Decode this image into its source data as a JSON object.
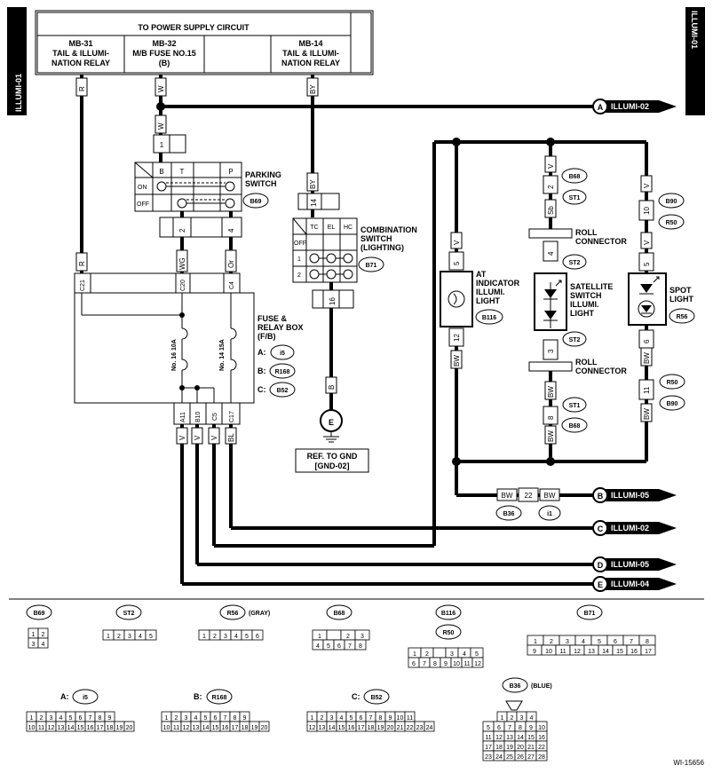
{
  "page": {
    "side_tag_left": "ILLUMI-01",
    "side_tag_right": "ILLUMI-01",
    "figure_id": "WI-15656"
  },
  "power_supply": {
    "title": "TO POWER SUPPLY CIRCUIT",
    "cells": [
      {
        "line1": "MB-31",
        "line2": "TAIL & ILLUMI-",
        "line3": "NATION RELAY"
      },
      {
        "line1": "MB-32",
        "line2": "M/B FUSE NO.15",
        "line3": "(B)"
      },
      {
        "line1": "",
        "line2": "",
        "line3": ""
      },
      {
        "line1": "MB-14",
        "line2": "TAIL & ILLUMI-",
        "line3": "NATION RELAY"
      }
    ]
  },
  "wire_colors": {
    "r_top": "R",
    "w_top": "W",
    "by_top": "BY",
    "w_sw": "W",
    "by_sw": "BY",
    "r_fb": "R",
    "wg_fb": "WG",
    "or_fb": "Or",
    "v1": "V",
    "v2": "V",
    "v3": "V",
    "bl": "BL",
    "b_gnd": "B",
    "v_at": "V",
    "bw_at": "BW",
    "v_sat": "V",
    "sb_sat": "Sb",
    "bw_sat1": "BW",
    "bw_sat2": "BW",
    "v_spot1": "V",
    "v_spot2": "V",
    "bw_spot1": "BW",
    "bw_spot2": "BW",
    "bw_b1": "BW",
    "bw_b2": "BW"
  },
  "pins": {
    "ps1": "1",
    "ps2": "2",
    "ps4": "4",
    "cs14": "14",
    "cs16": "16",
    "fb_c21": "C21",
    "fb_c20": "C20",
    "fb_c4": "C4",
    "fb_a11": "A11",
    "fb_b10": "B10",
    "fb_c5": "C5",
    "fb_c17": "C17",
    "at5": "5",
    "at12": "12",
    "sat2": "2",
    "sat4": "4",
    "sat3": "3",
    "sat8": "8",
    "spot10": "10",
    "spot5": "5",
    "spot6": "6",
    "spot11": "11",
    "b22": "22"
  },
  "components": {
    "parking_switch": {
      "line1": "PARKING",
      "line2": "SWITCH",
      "conn": "B69",
      "hdr_b": "B",
      "hdr_t": "T",
      "hdr_p": "P",
      "row_on": "ON",
      "row_off": "OFF"
    },
    "combination_switch": {
      "line1": "COMBINATION",
      "line2": "SWITCH",
      "line3": "(LIGHTING)",
      "conn": "B71",
      "hdr_tc": "TC",
      "hdr_el": "EL",
      "hdr_hc": "HC",
      "row_off": "OFF",
      "row_1": "1",
      "row_2": "2"
    },
    "fuse_box": {
      "line1": "FUSE &",
      "line2": "RELAY BOX",
      "line3": "(F/B)",
      "a_label": "A:",
      "a_conn": "i5",
      "b_label": "B:",
      "b_conn": "R168",
      "c_label": "C:",
      "c_conn": "B52",
      "fuse1": "No. 16 10A",
      "fuse2": "No. 14 15A"
    },
    "ground": {
      "symbol": "E",
      "line1": "REF. TO GND",
      "line2": "[GND-02]"
    },
    "at_indicator": {
      "line1": "AT",
      "line2": "INDICATOR",
      "line3": "ILLUMI.",
      "line4": "LIGHT",
      "conn": "B116"
    },
    "satellite_switch": {
      "line1": "SATELLITE",
      "line2": "SWITCH",
      "line3": "ILLUMI.",
      "line4": "LIGHT",
      "conn_top": "ST2",
      "conn_bot": "ST2"
    },
    "roll_connector_top": "ROLL",
    "roll_connector_top2": "CONNECTOR",
    "roll_connector_bot": "ROLL",
    "roll_connector_bot2": "CONNECTOR",
    "spot_light": {
      "line1": "SPOT",
      "line2": "LIGHT",
      "conn": "R56"
    },
    "sat_conn_b68_top": "B68",
    "sat_conn_st1_top": "ST1",
    "sat_conn_st1_bot": "ST1",
    "sat_conn_b68_bot": "B68",
    "spot_conn_b90_top": "B90",
    "spot_conn_r50_top": "R50",
    "spot_conn_r50_bot": "R50",
    "spot_conn_b90_bot": "B90",
    "b_conn_b36": "B36",
    "b_conn_i1": "i1"
  },
  "offpage": [
    {
      "letter": "A",
      "label": "ILLUMI-02"
    },
    {
      "letter": "B",
      "label": "ILLUMI-05"
    },
    {
      "letter": "C",
      "label": "ILLUMI-02"
    },
    {
      "letter": "D",
      "label": "ILLUMI-05"
    },
    {
      "letter": "E",
      "label": "ILLUMI-04"
    }
  ],
  "connectors_legend": {
    "b69": {
      "name": "B69",
      "r1": [
        "1",
        "2"
      ],
      "r2": [
        "3",
        "4"
      ]
    },
    "st2": {
      "name": "ST2",
      "r1": [
        "1",
        "2",
        "3",
        "4",
        "5"
      ]
    },
    "r56": {
      "name": "R56",
      "note": "(GRAY)",
      "r1": [
        "1",
        "2",
        "3",
        "4",
        "5",
        "6"
      ]
    },
    "b68": {
      "name": "B68",
      "r1": [
        "1",
        "",
        "2",
        "3"
      ],
      "r2": [
        "4",
        "5",
        "6",
        "7",
        "8"
      ]
    },
    "b116": {
      "name": "B116",
      "name2": "R50",
      "r1": [
        "1",
        "2",
        "",
        "3",
        "4",
        "5"
      ],
      "r2": [
        "6",
        "7",
        "8",
        "9",
        "10",
        "11",
        "12"
      ]
    },
    "b71": {
      "name": "B71",
      "r1": [
        "1",
        "2",
        "3",
        "4",
        "5",
        "6",
        "7",
        "8"
      ],
      "r2": [
        "9",
        "10",
        "11",
        "12",
        "13",
        "14",
        "15",
        "16",
        "17"
      ]
    },
    "i5": {
      "prefix": "A:",
      "name": "i5",
      "r1": [
        "1",
        "2",
        "3",
        "4",
        "5",
        "6",
        "7",
        "8",
        "9"
      ],
      "r2": [
        "10",
        "11",
        "12",
        "13",
        "14",
        "15",
        "16",
        "17",
        "18",
        "19",
        "20"
      ]
    },
    "r168": {
      "prefix": "B:",
      "name": "R168",
      "r1": [
        "1",
        "2",
        "3",
        "4",
        "5",
        "6",
        "7",
        "8",
        "9"
      ],
      "r2": [
        "10",
        "11",
        "12",
        "13",
        "14",
        "15",
        "16",
        "17",
        "18",
        "19",
        "20"
      ]
    },
    "b52": {
      "prefix": "C:",
      "name": "B52",
      "r1": [
        "1",
        "2",
        "3",
        "4",
        "5",
        "6",
        "7",
        "8",
        "9",
        "10",
        "11"
      ],
      "r2": [
        "12",
        "13",
        "14",
        "15",
        "16",
        "17",
        "18",
        "19",
        "20",
        "21",
        "22",
        "23",
        "24"
      ]
    },
    "b36": {
      "name": "B36",
      "note": "(BLUE)",
      "r1": [
        "1",
        "2",
        "3",
        "4"
      ],
      "r2": [
        "5",
        "6",
        "7",
        "8",
        "9",
        "10"
      ],
      "r3": [
        "11",
        "12",
        "13",
        "14",
        "15",
        "16"
      ],
      "r4": [
        "17",
        "18",
        "19",
        "20",
        "21",
        "22"
      ],
      "r5": [
        "23",
        "24",
        "25",
        "26",
        "27",
        "28"
      ]
    }
  }
}
